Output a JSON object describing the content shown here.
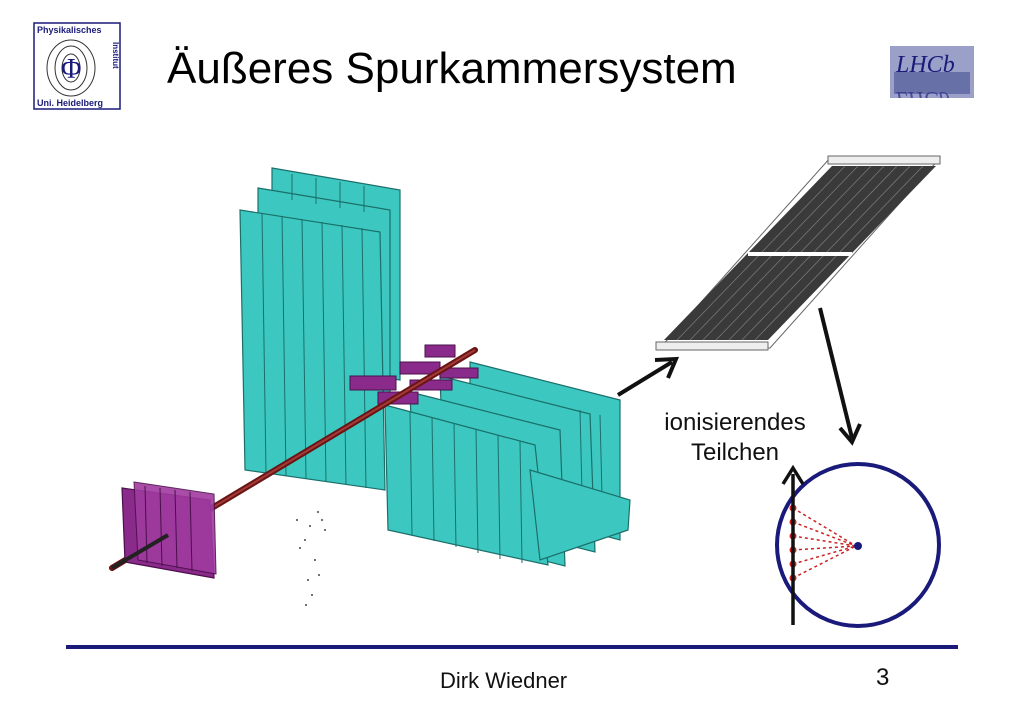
{
  "header": {
    "title": "Äußeres Spurkammersystem",
    "institute_logo": {
      "icon": "phi-institute-logo",
      "top_text": "Physikalisches",
      "side_text": "Institut",
      "bottom_text": "Uni. Heidelberg"
    },
    "experiment_logo": {
      "icon": "lhcb-logo",
      "text": "LHCb"
    }
  },
  "figure": {
    "particle_label_line1": "ionisierendes",
    "particle_label_line2": "Teilchen"
  },
  "footer": {
    "author": "Dirk Wiedner",
    "page_number": "3"
  },
  "colors": {
    "chamber_cyan": "#3cc8c0",
    "magnet_purple": "#8a2a8a",
    "beam_red": "#6b1414",
    "circle_navy": "#1a1a7a",
    "signal_red": "#cc2222",
    "rule_navy": "#1a1a7a"
  }
}
